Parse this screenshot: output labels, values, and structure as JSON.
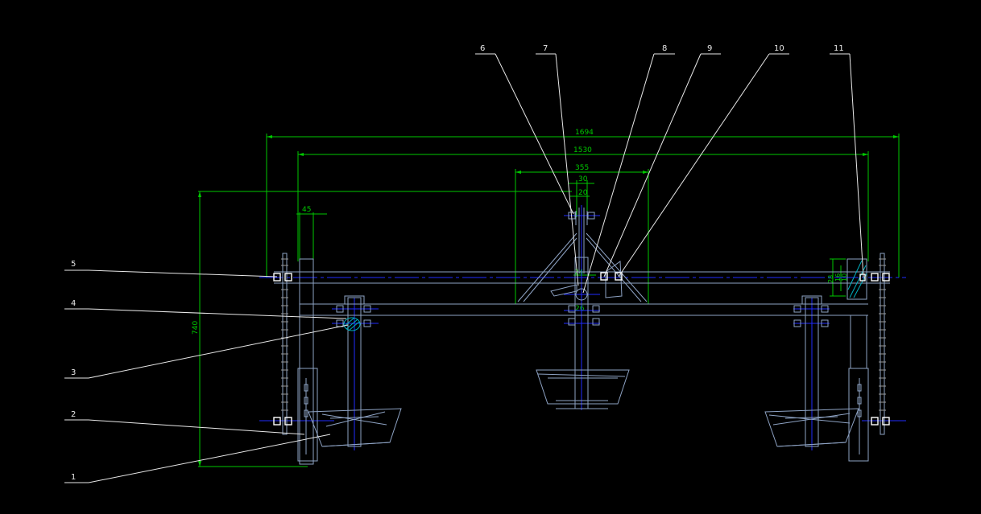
{
  "colors": {
    "background": "#000000",
    "structure": "#8ea3c4",
    "dimension": "#00c800",
    "centerline": "#1f2bff",
    "leader": "#e8e8e8",
    "hatch": "#00b0c0"
  },
  "callouts": [
    "1",
    "2",
    "3",
    "4",
    "5",
    "6",
    "7",
    "8",
    "9",
    "10",
    "11"
  ],
  "dimensions": {
    "overall_width": "1694",
    "rail_span": "1530",
    "frame_width": "355",
    "bracket_30": "30",
    "bracket_20": "20",
    "left_offset": "45",
    "total_height": "740",
    "center_small": "24",
    "center_low": "26",
    "right_a": "28",
    "right_b": "16",
    "right_c": "10"
  }
}
